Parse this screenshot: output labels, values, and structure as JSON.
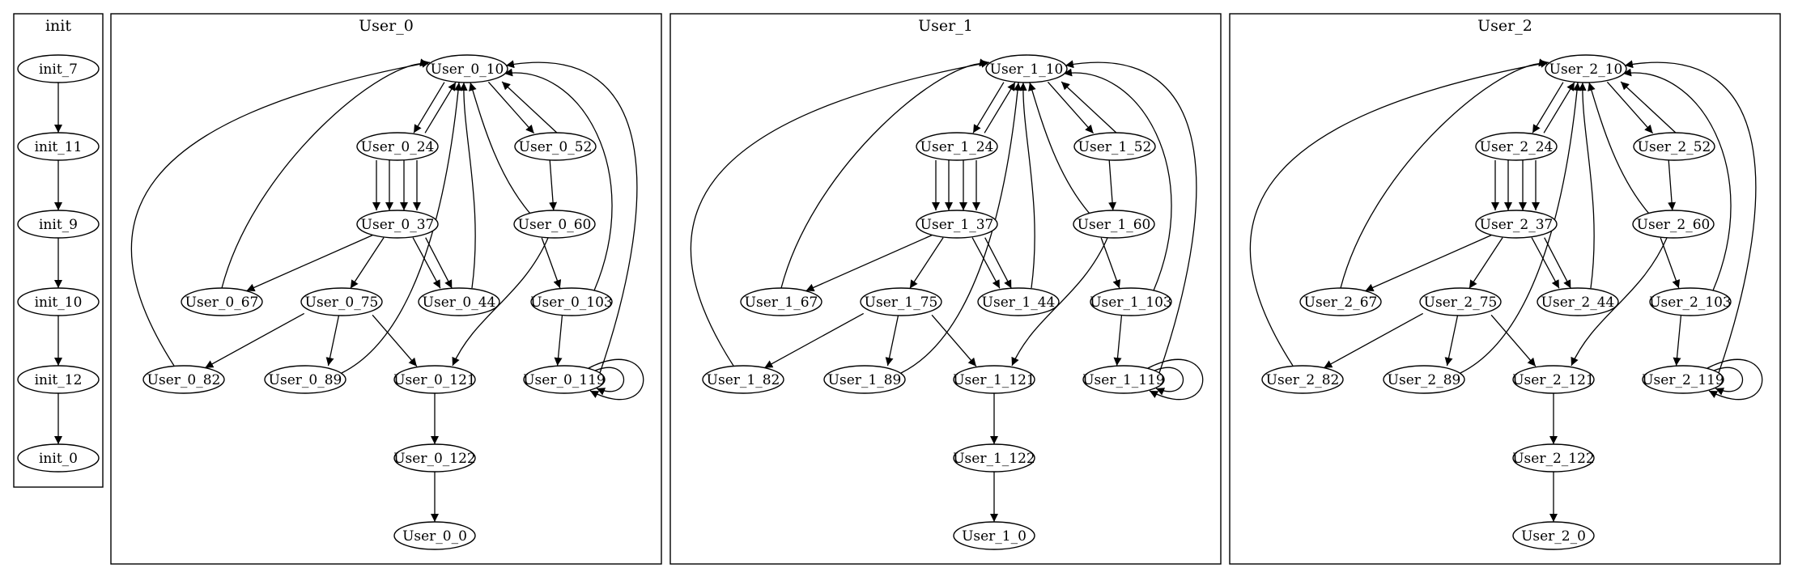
{
  "clusters": [
    {
      "id": "init",
      "label": "init",
      "nodes": [
        "init_7",
        "init_11",
        "init_9",
        "init_10",
        "init_12",
        "init_0"
      ],
      "edges": [
        [
          "init_7",
          "init_11"
        ],
        [
          "init_11",
          "init_9"
        ],
        [
          "init_9",
          "init_10"
        ],
        [
          "init_10",
          "init_12"
        ],
        [
          "init_12",
          "init_0"
        ]
      ]
    },
    {
      "id": "User_0",
      "label": "User_0",
      "nodes": [
        "User_0_10",
        "User_0_24",
        "User_0_52",
        "User_0_37",
        "User_0_60",
        "User_0_67",
        "User_0_75",
        "User_0_44",
        "User_0_103",
        "User_0_82",
        "User_0_89",
        "User_0_121",
        "User_0_119",
        "User_0_122",
        "User_0_0"
      ]
    },
    {
      "id": "User_1",
      "label": "User_1",
      "nodes": [
        "User_1_10",
        "User_1_24",
        "User_1_52",
        "User_1_37",
        "User_1_60",
        "User_1_67",
        "User_1_75",
        "User_1_44",
        "User_1_103",
        "User_1_82",
        "User_1_89",
        "User_1_121",
        "User_1_119",
        "User_1_122",
        "User_1_0"
      ]
    },
    {
      "id": "User_2",
      "label": "User_2",
      "nodes": [
        "User_2_10",
        "User_2_24",
        "User_2_52",
        "User_2_37",
        "User_2_60",
        "User_2_67",
        "User_2_75",
        "User_2_44",
        "User_2_103",
        "User_2_82",
        "User_2_89",
        "User_2_121",
        "User_2_119",
        "User_2_122",
        "User_2_0"
      ]
    }
  ]
}
